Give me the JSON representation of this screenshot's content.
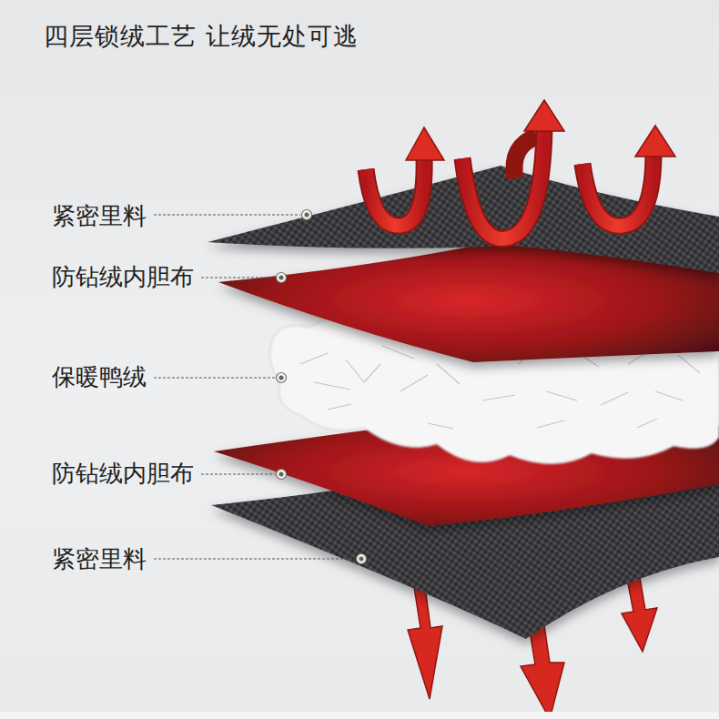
{
  "diagram": {
    "title": "四层锁绒工艺  让绒无处可逃",
    "labels": [
      "紧密里料",
      "防钻绒内胆布",
      "保暖鸭绒",
      "防钻绒内胆布",
      "紧密里料"
    ]
  }
}
